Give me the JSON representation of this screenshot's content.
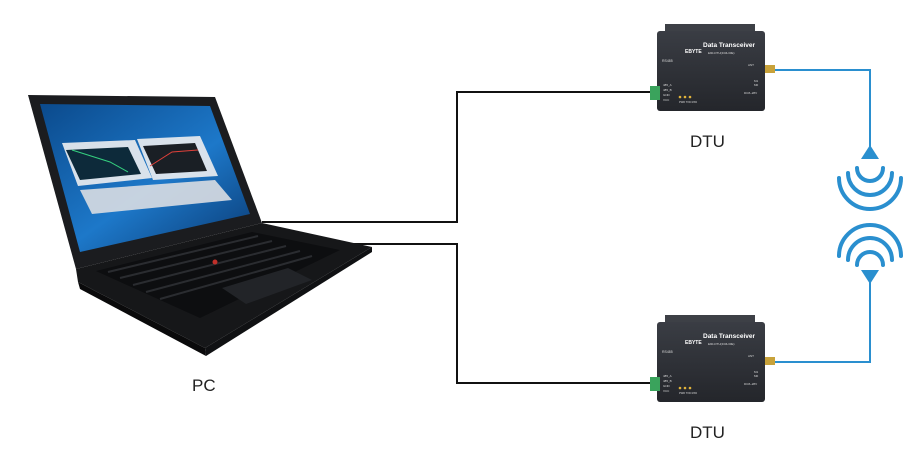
{
  "labels": {
    "pc": "PC",
    "dtu_top": "DTU",
    "dtu_bottom": "DTU"
  },
  "device": {
    "title": "Data Transceiver",
    "brand": "EBYTE",
    "subtitle": "E90-DTU(433L30E)",
    "port_label": "RS485",
    "terminals": [
      "485_A",
      "485_B",
      "GND",
      "VCC"
    ],
    "antenna_label": "ANT",
    "right_small": [
      "M1",
      "M0"
    ],
    "power_label": "DC8~28V",
    "leds": "PWR TXD RXD"
  },
  "colors": {
    "wire": "#111111",
    "radio": "#2a8fcf",
    "device_body": "#2d3036",
    "terminal": "#3aa35c"
  },
  "icons": {
    "signal_top": "wifi-signal-up-icon",
    "signal_bottom": "wifi-signal-down-icon"
  }
}
